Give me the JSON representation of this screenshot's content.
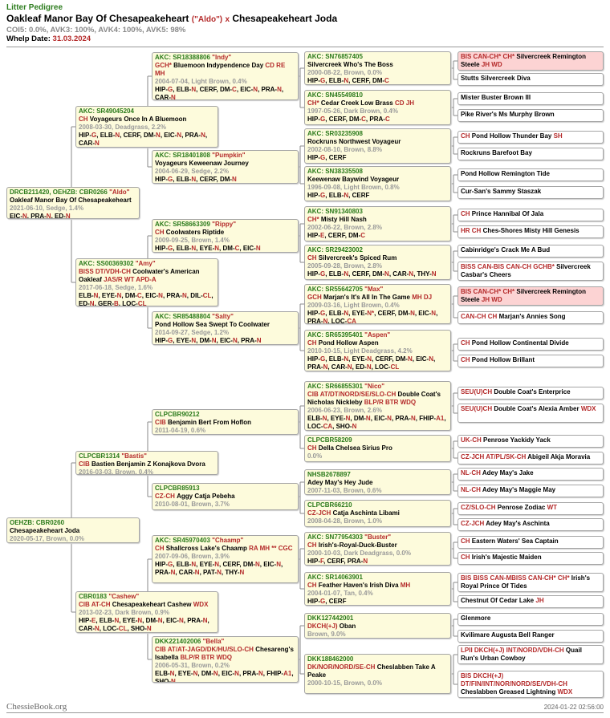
{
  "header": {
    "heading": "Litter Pedigree",
    "sire": "Oakleaf Manor Bay Of Chesapeakeheart",
    "sire_nick": "(\"Aldo\")",
    "sep": "x",
    "dam": "Chesapeakeheart Joda",
    "stats": "COI5: 0.0%, AVK3: 100%, AVK4: 100%, AVK5: 98%",
    "whelp_label": "Whelp Date:",
    "whelp_date": "31.03.2024"
  },
  "gen0": [
    {
      "reg": "DRCB211420, OEHZB: CBR0266",
      "nick": "\"Aldo\"",
      "name": "Oakleaf Manor Bay Of Chesapeakeheart",
      "info": "2021-06-10, Sedge, 1.4%",
      "health": [
        [
          "EIC-",
          "N"
        ],
        [
          "PRA-",
          "N"
        ],
        [
          "ED-",
          "N"
        ]
      ]
    },
    {
      "reg": "OEHZB: CBR0260",
      "name": "Chesapeakeheart Joda",
      "info": "2020-05-17, Brown, 0.0%"
    }
  ],
  "gen1": [
    {
      "reg": "AKC: SR49045204",
      "title": "CH",
      "name": "Voyageurs Once In A Bluemoon",
      "info": "2008-03-30, Deadgrass, 2.2%",
      "health": [
        [
          "HIP-",
          "G"
        ],
        [
          "ELB-",
          "N"
        ],
        [
          "CERF",
          ""
        ],
        [
          "DM-",
          "N"
        ],
        [
          "EIC-",
          "N"
        ],
        [
          "PRA-",
          "N"
        ],
        [
          "CAR-",
          "N"
        ]
      ]
    },
    {
      "reg": "AKC: SS00369302",
      "nick": "\"Amy\"",
      "title": "BISS DT/VDH-CH",
      "name": "Coolwater's American Oakleaf",
      "title2": "JAS/R WT APD-A",
      "info": "2017-06-18, Sedge, 1.6%",
      "health": [
        [
          "ELB-",
          "N"
        ],
        [
          "EYE-",
          "N"
        ],
        [
          "DM-",
          "C"
        ],
        [
          "EIC-",
          "N"
        ],
        [
          "PRA-",
          "N"
        ],
        [
          "DIL-",
          "CL"
        ],
        [
          "ED-",
          "N"
        ],
        [
          "GER-",
          "B"
        ],
        [
          "LOC-",
          "CL"
        ]
      ]
    },
    {
      "reg": "CLPCBR1314",
      "nick": "\"Bastis\"",
      "title": "CIB",
      "name": "Bastien Benjamin Z Konajkova Dvora",
      "info": "2016-03-03, Brown, 0.4%"
    },
    {
      "reg": "CBR0183",
      "nick": "\"Cashew\"",
      "title": "CIB AT-CH",
      "name": "Chesapeakeheart Cashew",
      "title2": "WDX",
      "info": "2013-02-23, Dark Brown, 0.9%",
      "health": [
        [
          "HIP-",
          "E"
        ],
        [
          "ELB-",
          "N"
        ],
        [
          "EYE-",
          "N"
        ],
        [
          "DM-",
          "N"
        ],
        [
          "EIC-",
          "N"
        ],
        [
          "PRA-",
          "N"
        ],
        [
          "CAR-",
          "N"
        ],
        [
          "LOC-",
          "CL"
        ],
        [
          "SHO-",
          "N"
        ]
      ]
    }
  ],
  "gen2": [
    {
      "reg": "AKC: SR18388806",
      "nick": "\"Indy\"",
      "title": "GCH*",
      "name": "Bluemoon Indypendence Day",
      "title2": "CD RE MH",
      "info": "2004-07-04, Light Brown, 0.4%",
      "health": [
        [
          "HIP-",
          "G"
        ],
        [
          "ELB-",
          "N"
        ],
        [
          "CERF",
          ""
        ],
        [
          "DM-",
          "C"
        ],
        [
          "EIC-",
          "N"
        ],
        [
          "PRA-",
          "N"
        ],
        [
          "CAR-",
          "N"
        ]
      ]
    },
    {
      "reg": "AKC: SR18401808",
      "nick": "\"Pumpkin\"",
      "name": "Voyageurs Keweenaw Journey",
      "info": "2004-06-29, Sedge, 2.2%",
      "health": [
        [
          "HIP-",
          "G"
        ],
        [
          "ELB-",
          "N"
        ],
        [
          "CERF",
          ""
        ],
        [
          "DM-",
          "N"
        ]
      ]
    },
    {
      "reg": "AKC: SR58663309",
      "nick": "\"Rippy\"",
      "title": "CH",
      "name": "Coolwaters Riptide",
      "info": "2009-09-25, Brown, 1.4%",
      "health": [
        [
          "HIP-",
          "G"
        ],
        [
          "ELB-",
          "N"
        ],
        [
          "EYE-",
          "N"
        ],
        [
          "DM-",
          "C"
        ],
        [
          "EIC-",
          "N"
        ]
      ]
    },
    {
      "reg": "AKC: SR85488804",
      "nick": "\"Salty\"",
      "name": "Pond Hollow Sea Swept To Coolwater",
      "info": "2014-09-27, Sedge, 1.2%",
      "health": [
        [
          "HIP-",
          "G"
        ],
        [
          "EYE-",
          "N"
        ],
        [
          "DM-",
          "N"
        ],
        [
          "EIC-",
          "N"
        ],
        [
          "PRA-",
          "N"
        ]
      ]
    },
    {
      "reg": "CLPCBR90212",
      "title": "CIB",
      "name": "Benjamin Bert From Hoflon",
      "info": "2011-04-19, 0.6%"
    },
    {
      "reg": "CLPCBR85913",
      "title": "CZ-CH",
      "name": "Aggy Catja Pebeha",
      "info": "2010-08-01, Brown, 3.7%"
    },
    {
      "reg": "AKC: SR45970403",
      "nick": "\"Chaamp\"",
      "title": "CH",
      "name": "Shallcross Lake's Chaamp",
      "title2": "RA MH ** CGC",
      "info": "2007-09-06, Brown, 3.9%",
      "health": [
        [
          "HIP-",
          "G"
        ],
        [
          "ELB-",
          "N"
        ],
        [
          "EYE-",
          "N"
        ],
        [
          "CERF",
          ""
        ],
        [
          "DM-",
          "N"
        ],
        [
          "EIC-",
          "N"
        ],
        [
          "PRA-",
          "N"
        ],
        [
          "CAR-",
          "N"
        ],
        [
          "PAT-",
          "N"
        ],
        [
          "THY-",
          "N"
        ]
      ]
    },
    {
      "reg": "DKK221402006",
      "nick": "\"Bella\"",
      "title": "CIB AT/AT-JAGD/DK/HU/SLO-CH",
      "name": "Chesareng's Isabella",
      "title2": "BLP/R BTR WDQ",
      "info": "2006-05-31, Brown, 0.2%",
      "health": [
        [
          "ELB-",
          "N"
        ],
        [
          "EYE-",
          "N"
        ],
        [
          "DM-",
          "N"
        ],
        [
          "EIC-",
          "N"
        ],
        [
          "PRA-",
          "N"
        ],
        [
          "FHIP-",
          "A1"
        ],
        [
          "SHO-",
          "N"
        ]
      ]
    }
  ],
  "gen3": [
    {
      "reg": "AKC: SN76857405",
      "name": "Silvercreek Who's The Boss",
      "info": "2000-08-22, Brown, 0.0%",
      "health": [
        [
          "HIP-",
          "G"
        ],
        [
          "ELB-",
          "N"
        ],
        [
          "CERF",
          ""
        ],
        [
          "DM-",
          "C"
        ]
      ]
    },
    {
      "reg": "AKC: SN45549810",
      "title": "CH*",
      "name": "Cedar Creek Low Brass",
      "title2": "CD JH",
      "info": "1997-05-26, Dark Brown, 0.4%",
      "health": [
        [
          "HIP-",
          "G"
        ],
        [
          "CERF",
          ""
        ],
        [
          "DM-",
          "C"
        ],
        [
          "PRA-",
          "C"
        ]
      ]
    },
    {
      "reg": "AKC: SR03235908",
      "name": "Rockruns Northwest Voyageur",
      "info": "2002-08-10, Brown, 8.8%",
      "health": [
        [
          "HIP-",
          "G"
        ],
        [
          "CERF",
          ""
        ]
      ]
    },
    {
      "reg": "AKC: SN38335508",
      "name": "Keewenaw Baywind Voyageur",
      "info": "1996-09-08, Light Brown, 0.8%",
      "health": [
        [
          "HIP-",
          "G"
        ],
        [
          "ELB-",
          "N"
        ],
        [
          "CERF",
          ""
        ]
      ]
    },
    {
      "reg": "AKC: SN91340803",
      "title": "CH*",
      "name": "Misty Hill Nash",
      "info": "2002-06-22, Brown, 2.8%",
      "health": [
        [
          "HIP-",
          "E"
        ],
        [
          "CERF",
          ""
        ],
        [
          "DM-",
          "C"
        ]
      ]
    },
    {
      "reg": "AKC: SR29423002",
      "title": "CH",
      "name": "Silvercreek's Spiced Rum",
      "info": "2005-09-28, Brown, 2.8%",
      "health": [
        [
          "HIP-",
          "G"
        ],
        [
          "ELB-",
          "N"
        ],
        [
          "CERF",
          ""
        ],
        [
          "DM-",
          "N"
        ],
        [
          "CAR-",
          "N"
        ],
        [
          "THY-",
          "N"
        ]
      ]
    },
    {
      "reg": "AKC: SR55642705",
      "nick": "\"Max\"",
      "title": "GCH",
      "name": "Marjan's It's All In The Game",
      "title2": "MH DJ",
      "info": "2009-03-16, Light Brown, 0.4%",
      "health": [
        [
          "HIP-",
          "G"
        ],
        [
          "ELB-",
          "N"
        ],
        [
          "EYE-",
          "N*"
        ],
        [
          "CERF",
          ""
        ],
        [
          "DM-",
          "N"
        ],
        [
          "EIC-",
          "N"
        ],
        [
          "PRA-",
          "N"
        ],
        [
          "LOC-",
          "CA"
        ]
      ]
    },
    {
      "reg": "AKC: SR65395401",
      "nick": "\"Aspen\"",
      "title": "CH",
      "name": "Pond Hollow Aspen",
      "info": "2010-10-15, Light Deadgrass, 4.2%",
      "health": [
        [
          "HIP-",
          "G"
        ],
        [
          "ELB-",
          "N"
        ],
        [
          "EYE-",
          "N"
        ],
        [
          "CERF",
          ""
        ],
        [
          "DM-",
          "N"
        ],
        [
          "EIC-",
          "N"
        ],
        [
          "PRA-",
          "N"
        ],
        [
          "CAR-",
          "N"
        ],
        [
          "ED-",
          "N"
        ],
        [
          "LOC-",
          "CL"
        ]
      ]
    },
    {
      "reg": "AKC: SR66855301",
      "nick": "\"Nico\"",
      "title": "CIB AT/DT/NORD/SE/SLO-CH",
      "name": "Double Coat's Nicholas Nickleby",
      "title2": "BLP/R BTR WDQ",
      "info": "2006-06-23, Brown, 2.6%",
      "health": [
        [
          "ELB-",
          "N"
        ],
        [
          "EYE-",
          "N"
        ],
        [
          "DM-",
          "N"
        ],
        [
          "EIC-",
          "N"
        ],
        [
          "PRA-",
          "N"
        ],
        [
          "FHIP-",
          "A1"
        ],
        [
          "LOC-",
          "CA"
        ],
        [
          "SHO-",
          "N"
        ]
      ]
    },
    {
      "reg": "CLPCBR58209",
      "title": "CH",
      "name": "Della Chelsea Sirius Pro",
      "info": "0.0%"
    },
    {
      "reg": "NHSB2678897",
      "name": "Adey May's Hey Jude",
      "info": "2007-11-03, Brown, 0.6%"
    },
    {
      "reg": "CLPCBR66210",
      "title": "CZ-JCH",
      "name": "Catja Aschinta Libami",
      "info": "2008-04-28, Brown, 1.0%"
    },
    {
      "reg": "AKC: SN77954303",
      "nick": "\"Buster\"",
      "title": "CH",
      "name": "Irish's-Royal-Duck-Buster",
      "info": "2000-10-03, Dark Deadgrass, 0.0%",
      "health": [
        [
          "HIP-",
          "F"
        ],
        [
          "CERF",
          ""
        ],
        [
          "PRA-",
          "N"
        ]
      ]
    },
    {
      "reg": "AKC: SR14063901",
      "title": "CH",
      "name": "Feather Haven's Irish Diva",
      "title2": "MH",
      "info": "2004-01-07, Tan, 0.4%",
      "health": [
        [
          "HIP-",
          "G"
        ],
        [
          "CERF",
          ""
        ]
      ]
    },
    {
      "reg": "DKK127442001",
      "title": "DKCH(+J)",
      "name": "Oban",
      "info": "Brown, 9.0%"
    },
    {
      "reg": "DKK188462000",
      "title": "DK/NOR/NORD/SE-CH",
      "name": "Cheslabben Take A Peake",
      "info": "2000-10-15, Brown, 0.0%"
    }
  ],
  "gen4": [
    {
      "title": "BIS CAN-CH* CH*",
      "name": "Silvercreek Remington Steele",
      "title2": "JH WD",
      "pink": true
    },
    {
      "name": "Stutts Silvercreek Diva"
    },
    {
      "name": "Mister Buster Brown III"
    },
    {
      "name": "Pike River's Ms Murphy Brown"
    },
    {
      "title": "CH",
      "name": "Pond Hollow Thunder Bay",
      "title2": "SH"
    },
    {
      "name": "Rockruns Barefoot Bay"
    },
    {
      "name": "Pond Hollow Remington Tide"
    },
    {
      "name": "Cur-San's Sammy Staszak"
    },
    {
      "title": "CH",
      "name": "Prince Hannibal Of Jala"
    },
    {
      "title": "HR CH",
      "name": "Ches-Shores Misty Hill Genesis"
    },
    {
      "name": "Cabinridge's Crack Me A Bud"
    },
    {
      "title": "BISS CAN-BIS CAN-CH GCHB*",
      "name": "Silvercreek Casbar's Cheers"
    },
    {
      "title": "BIS CAN-CH* CH*",
      "name": "Silvercreek Remington Steele",
      "title2": "JH WD",
      "pink": true
    },
    {
      "title": "CAN-CH CH",
      "name": "Marjan's Annies Song"
    },
    {
      "title": "CH",
      "name": "Pond Hollow Continental Divide"
    },
    {
      "title": "CH",
      "name": "Pond Hollow Brillant"
    },
    {
      "title": "SEU(U)CH",
      "name": "Double Coat's Enterprice"
    },
    {
      "title": "SEU(U)CH",
      "name": "Double Coat's Alexia Amber",
      "title2": "WDX"
    },
    {
      "title": "UK-CH",
      "name": "Penrose Yackidy Yack"
    },
    {
      "title": "CZ-JCH AT/PL/SK-CH",
      "name": "Abigeil Akja Moravia"
    },
    {
      "title": "NL-CH",
      "name": "Adey May's Jake"
    },
    {
      "title": "NL-CH",
      "name": "Adey May's Maggie May"
    },
    {
      "title": "CZ/SLO-CH",
      "name": "Penrose Zodiac",
      "title2": "WT"
    },
    {
      "title": "CZ-JCH",
      "name": "Adey May's Aschinta"
    },
    {
      "title": "CH",
      "name": "Eastern Waters' Sea Captain"
    },
    {
      "title": "CH",
      "name": "Irish's Majestic Maiden"
    },
    {
      "title": "BIS BISS CAN-MBISS CAN-CH* CH*",
      "name": "Irish's Royal Prince Of Tides"
    },
    {
      "name": "Chestnut Of Cedar Lake",
      "title2": "JH"
    },
    {
      "name": "Glenmore"
    },
    {
      "name": "Kvilimare Augusta Bell Ranger"
    },
    {
      "title": "LPII DKCH(+J) INT/NORD/VDH-CH",
      "name": "Quail Run's Urban Cowboy"
    },
    {
      "title": "BIS DKCH(+J) DT/FIN/INT/NOR/NORD/SE/VDH-CH",
      "name": "Cheslabben Greased Lightning",
      "title2": "WDX"
    }
  ],
  "footer": {
    "site": "ChessieBook.org",
    "date": "2024-01-22 02:56:00"
  }
}
